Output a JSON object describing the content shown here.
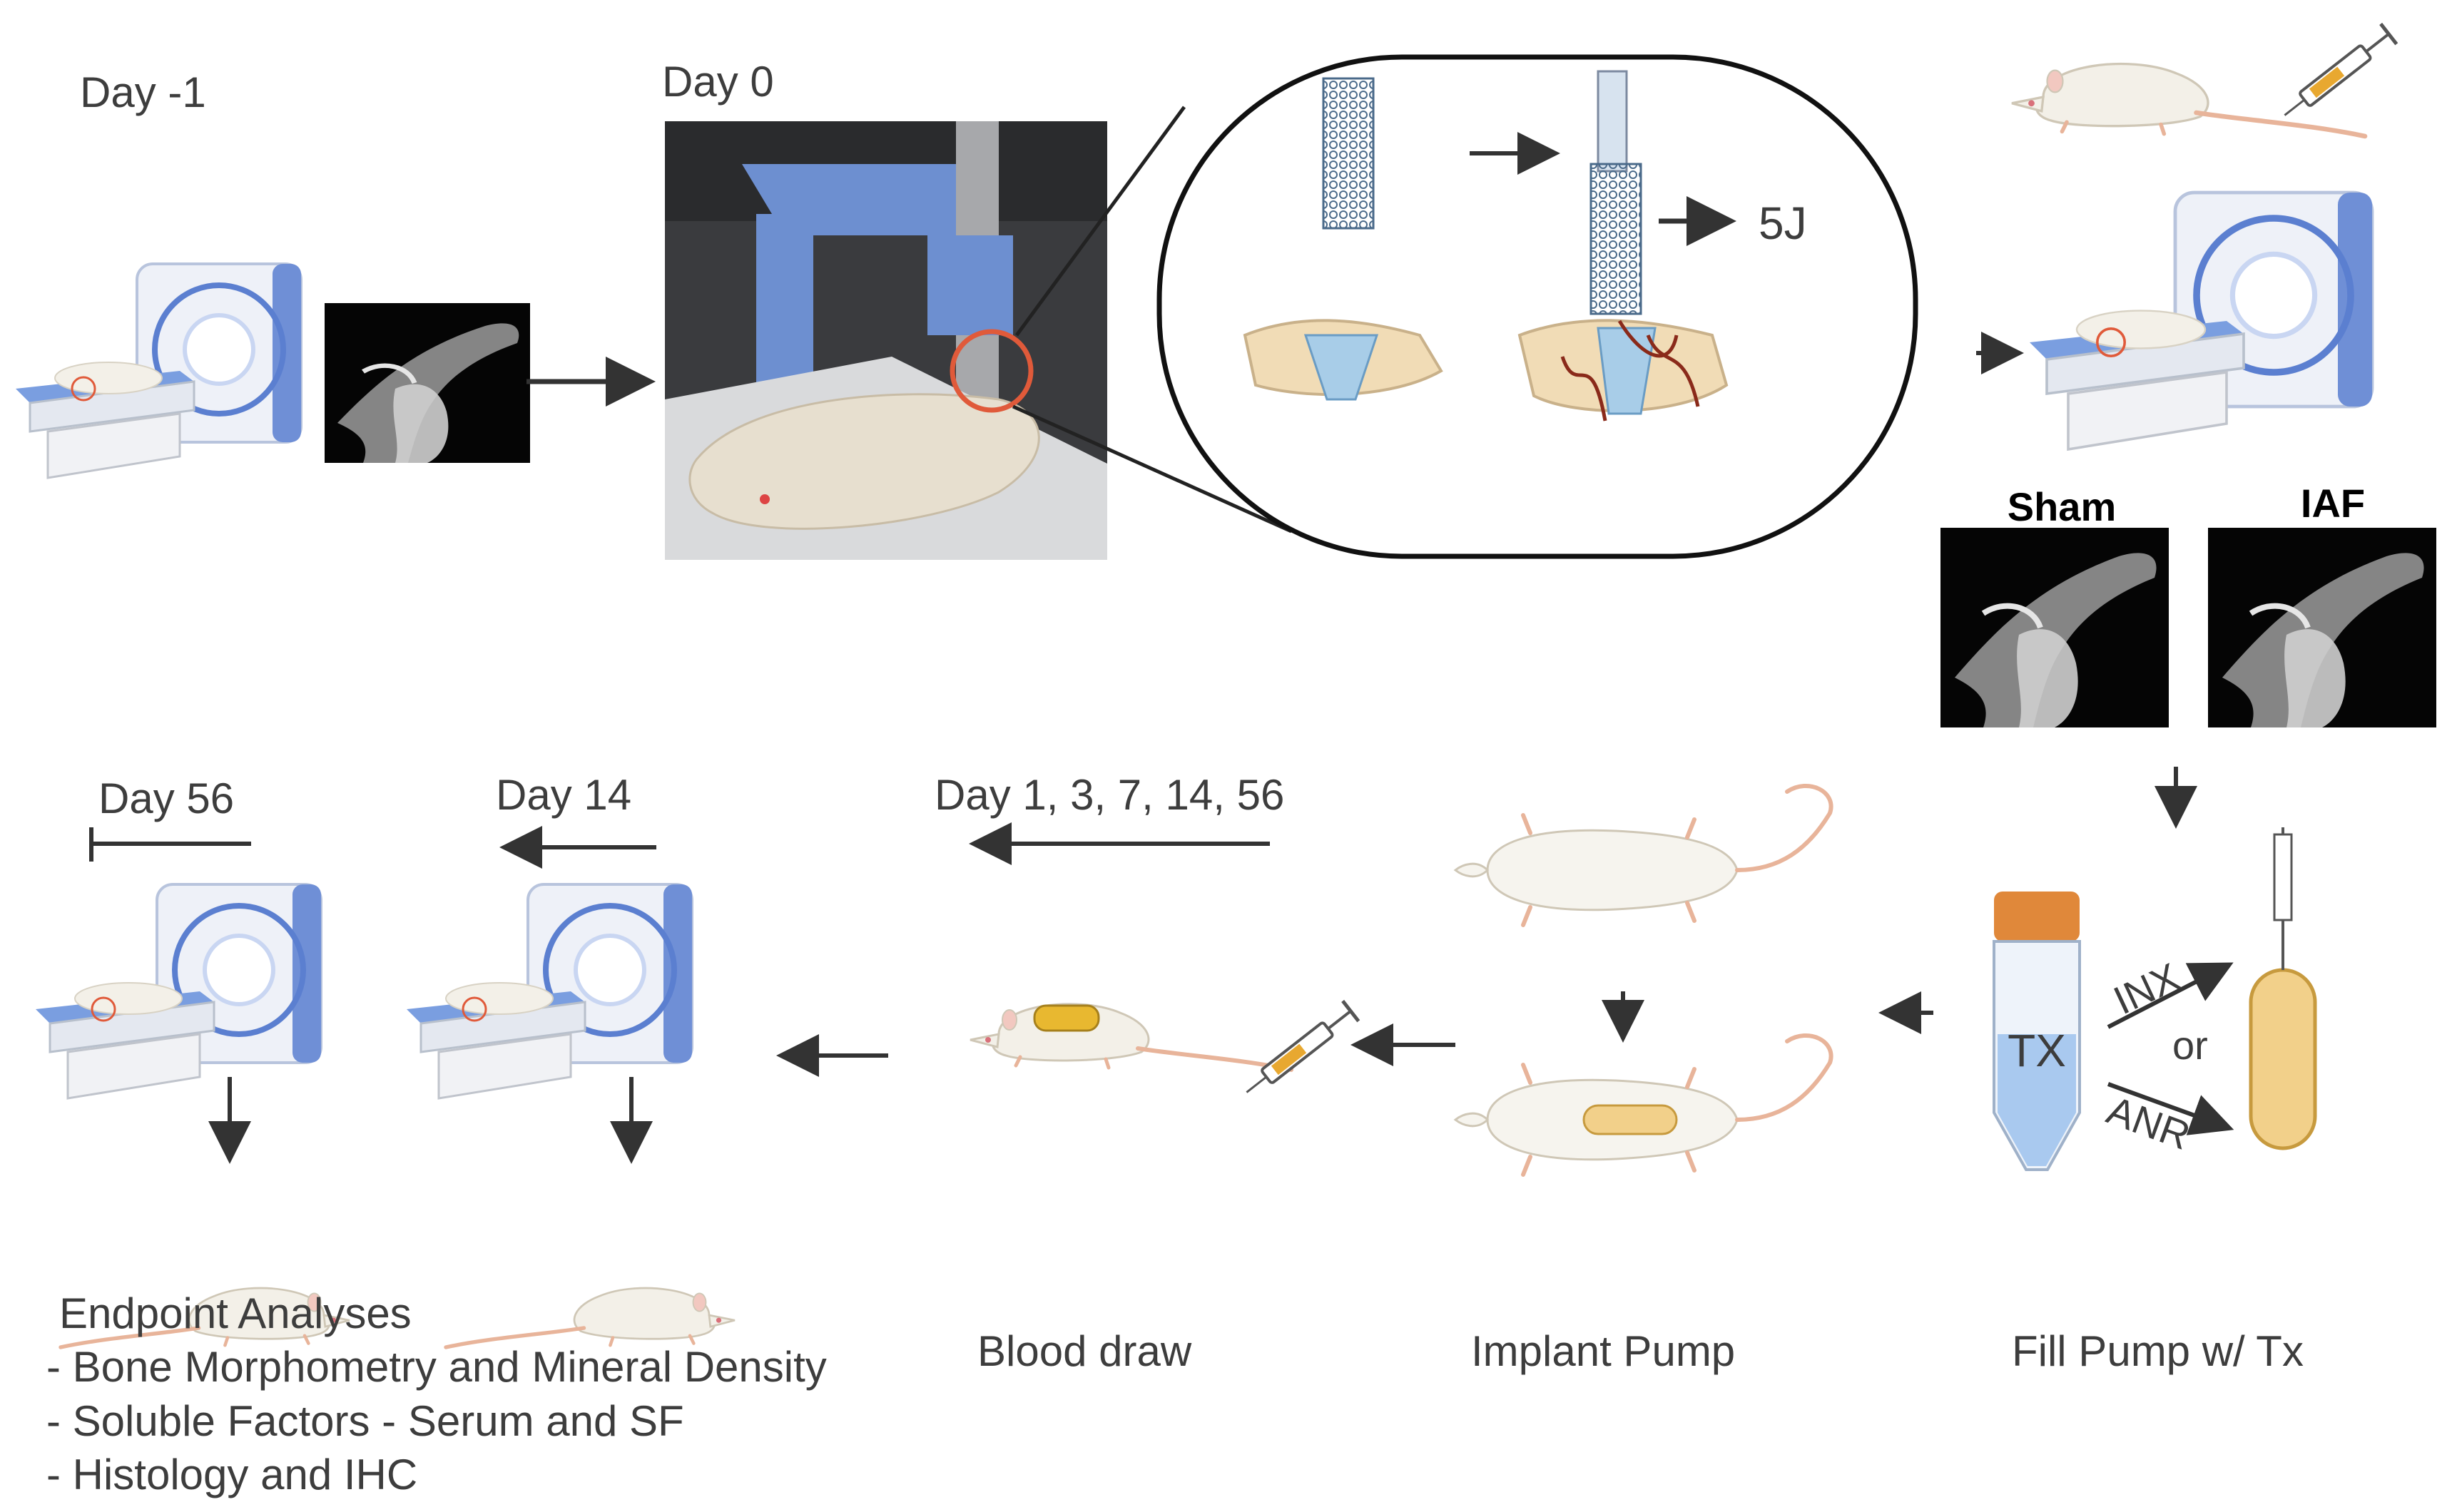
{
  "colors": {
    "arrow": "#333333",
    "scanner_blue": "#5b7fd0",
    "scanner_light": "#c9d6f2",
    "rat_body": "#f3f0e8",
    "rat_tail": "#e8b49a",
    "circle_highlight": "#e05a3a",
    "pump": "#f2d08a",
    "tube_cap": "#e0883a",
    "tube_liquid": "#a9c9ef"
  },
  "timeline": {
    "day_minus1": "Day -1",
    "day0": "Day 0",
    "day56": "Day 56",
    "day14": "Day 14",
    "days_blood": "Day 1, 3, 7, 14, 56"
  },
  "injury": {
    "energy": "5J"
  },
  "imaging_groups": {
    "sham": "Sham",
    "iaf": "IAF"
  },
  "treatment": {
    "tube_label": "TX",
    "or": "or",
    "option_a": "INX",
    "option_b": "ANR"
  },
  "steps": {
    "fill_pump": "Fill Pump w/ Tx",
    "implant_pump": "Implant Pump",
    "blood_draw": "Blood draw",
    "endpoint_title": "Endpoint Analyses",
    "endpoint_items": [
      "- Bone Morphometry and Mineral Density",
      "- Soluble Factors - Serum and SF",
      "- Histology and IHC"
    ]
  },
  "icons": [
    "ct-scanner-icon",
    "knee-ct-image",
    "rat-icon",
    "syringe-icon",
    "drop-tower-photo",
    "pump-icon",
    "conical-tube-icon",
    "stent-impactor-icon"
  ]
}
